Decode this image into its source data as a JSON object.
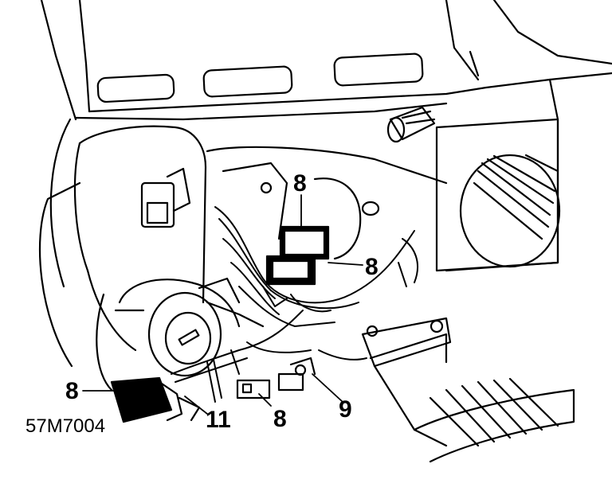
{
  "figure": {
    "reference_code": "57M7004",
    "callouts": {
      "top_center": "8",
      "right_connector": "8",
      "left_connector": "8",
      "bottom_center": "8",
      "bottom_right": "9",
      "bottom_left_harness": "11"
    }
  },
  "colors": {
    "line": "#000000",
    "background": "#ffffff"
  }
}
